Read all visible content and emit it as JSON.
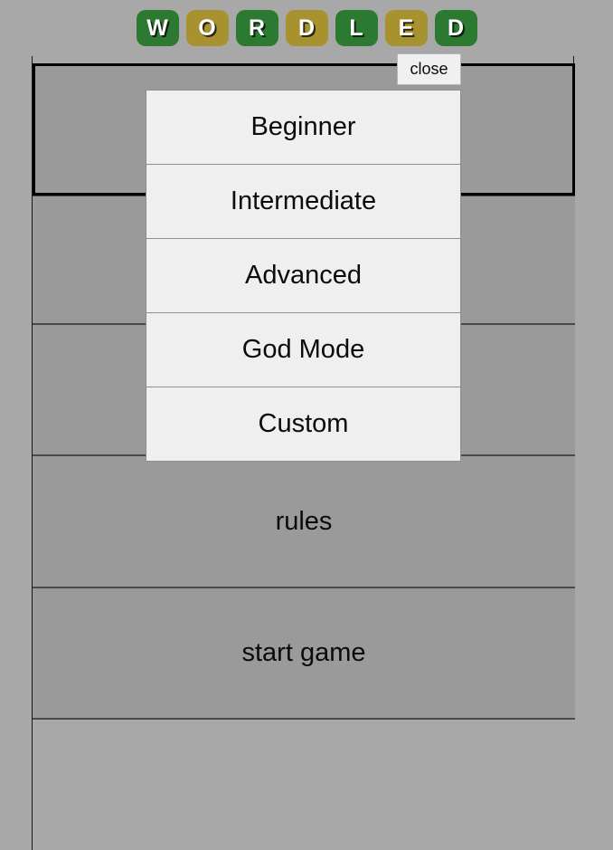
{
  "title": {
    "text": "WORDLED",
    "tiles": [
      {
        "letter": "W",
        "color": "#2c7a31"
      },
      {
        "letter": "O",
        "color": "#a8912f"
      },
      {
        "letter": "R",
        "color": "#2c7a31"
      },
      {
        "letter": "D",
        "color": "#a8912f"
      },
      {
        "letter": "L",
        "color": "#2c7a31"
      },
      {
        "letter": "E",
        "color": "#a8912f"
      },
      {
        "letter": "D",
        "color": "#2c7a31"
      }
    ]
  },
  "colors": {
    "green": "#2c7a31",
    "olive": "#a8912f",
    "page_background": "#a8a8a8",
    "panel_background": "#9a9a9a",
    "menu_background": "#efefef",
    "focus_outline": "#000000"
  },
  "menu": {
    "close_label": "close",
    "difficulty_options": [
      {
        "label": "Beginner"
      },
      {
        "label": "Intermediate"
      },
      {
        "label": "Advanced"
      },
      {
        "label": "God Mode"
      },
      {
        "label": "Custom"
      }
    ]
  },
  "panels": {
    "difficulty": {
      "label": ""
    },
    "word_length": {
      "label": ""
    },
    "guesses": {
      "label": ""
    },
    "rules": {
      "label": "rules"
    },
    "start": {
      "label": "start game"
    },
    "footer": {
      "label": ""
    }
  }
}
